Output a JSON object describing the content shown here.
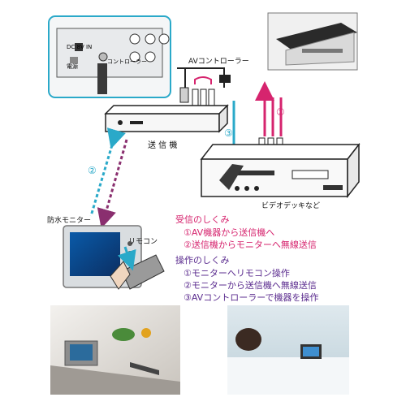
{
  "labels": {
    "power_label": "電源",
    "dc_in_label": "DC 8V IN",
    "controller_port_label": "コントローラー",
    "av_controller": "AVコントローラー",
    "transmitter": "送 信 機",
    "video_deck": "ビデオデッキなど",
    "waterproof_monitor": "防水モニター",
    "remote": "リモコン"
  },
  "markers": {
    "one": "①",
    "two": "②",
    "three": "③"
  },
  "receiving": {
    "title": "受信のしくみ",
    "steps": [
      "①AV機器から送信機へ",
      "②送信機からモニターへ無線送信"
    ]
  },
  "operation": {
    "title": "操作のしくみ",
    "steps": [
      "①モニターへリモコン操作",
      "②モニターから送信機へ無線送信",
      "③AVコントローラーで機器を操作"
    ]
  },
  "colors": {
    "flow_1": "#d6246e",
    "flow_2": "#2aa9c9",
    "flow_2_dash": "#8a2f6f",
    "flow_3": "#2aa9c9",
    "receiving_text": "#d6246e",
    "operation_text": "#5b2c8f",
    "outline": "#222222"
  }
}
